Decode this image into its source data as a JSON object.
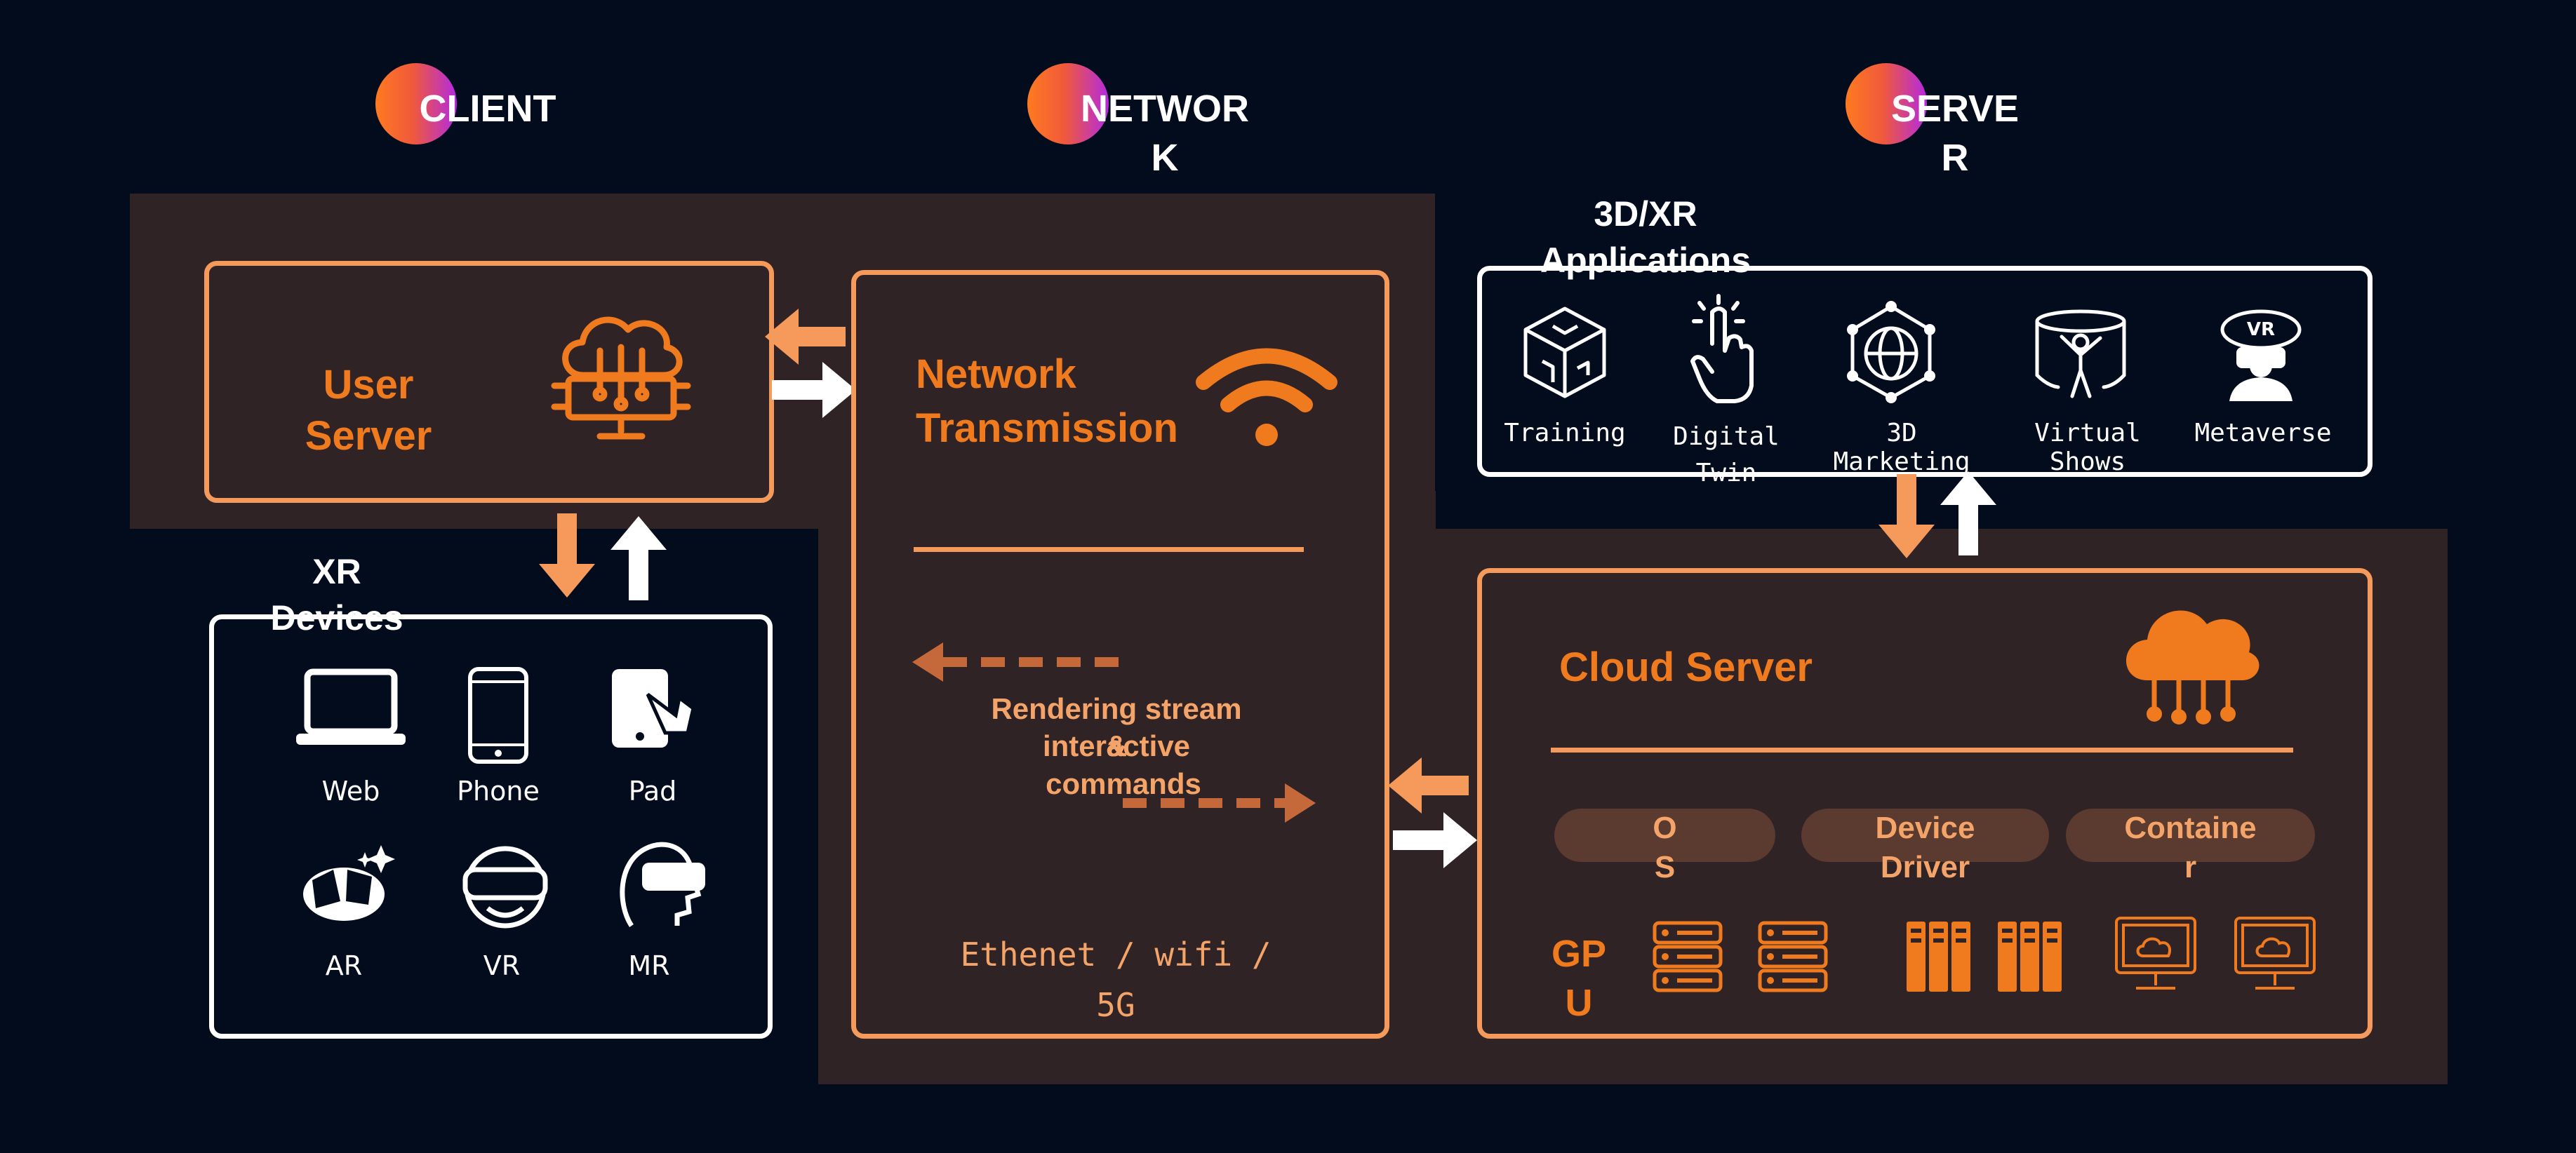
{
  "columns": {
    "client": "CLIENT",
    "network_line1": "NETWOR",
    "network_line2": "K",
    "server_line1": "SERVE",
    "server_line2": "R"
  },
  "user_server": {
    "line1": "User",
    "line2": "Server"
  },
  "xr_devices": {
    "title_line1": "XR",
    "title_line2": "Devices",
    "items": [
      "Web",
      "Phone",
      "Pad",
      "AR",
      "VR",
      "MR"
    ]
  },
  "network": {
    "title_line1": "Network",
    "title_line2": "Transmission",
    "rendering_stream": "Rendering stream",
    "ampersand": "&",
    "interactive": "interactive",
    "commands": "commands",
    "protocols_line1": "Ethenet / wifi /",
    "protocols_line2": "5G"
  },
  "applications": {
    "title_line1": "3D/XR",
    "title_line2": "Applications",
    "items": [
      "Training",
      "Digital",
      "3D Marketing",
      "Virtual Shows",
      "Metaverse"
    ],
    "digital_line2": "Twin"
  },
  "cloud_server": {
    "title": "Cloud Server",
    "pills": [
      {
        "line1": "O",
        "line2": "S"
      },
      {
        "line1": "Device",
        "line2": "Driver"
      },
      {
        "line1": "Containe",
        "line2": "r"
      }
    ],
    "gpu_line1": "GP",
    "gpu_line2": "U"
  },
  "colors": {
    "background": "#020c1d",
    "panel": "#2f2325",
    "accent_orange": "#f07a1e",
    "pale_orange": "#f5a469",
    "pill": "#5b3a2f"
  }
}
